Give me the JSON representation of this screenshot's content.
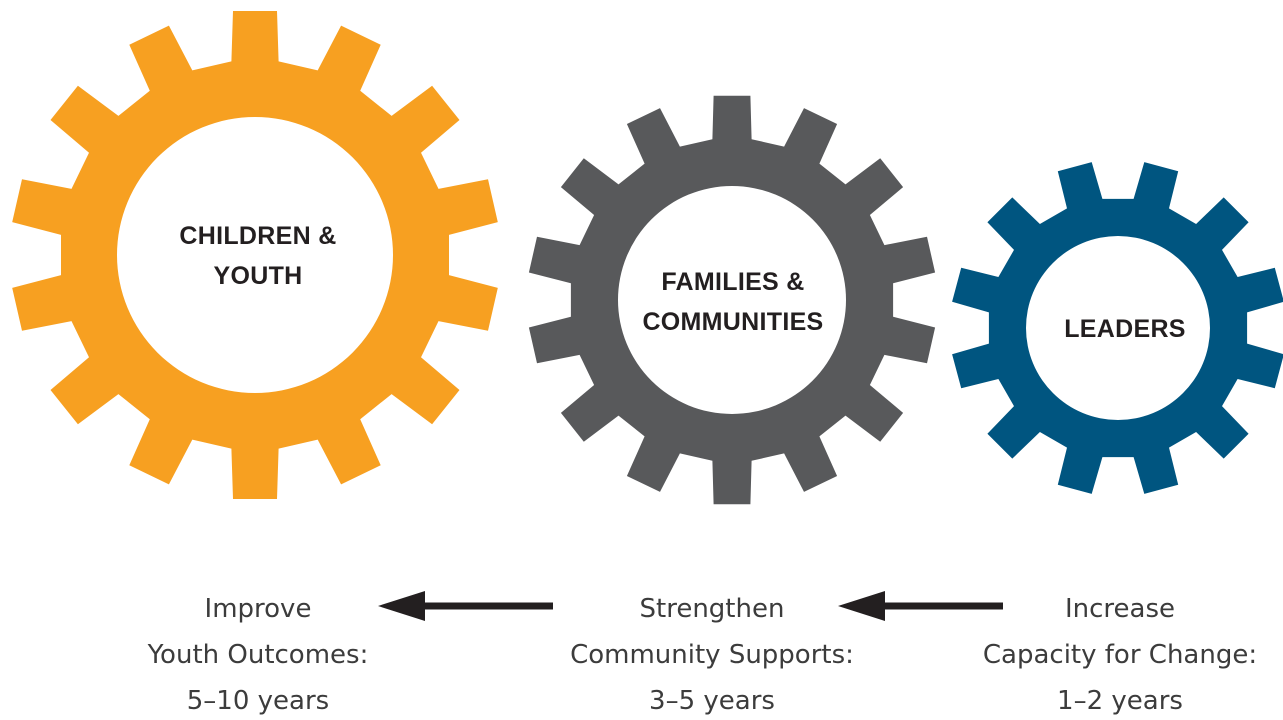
{
  "gears": [
    {
      "label_lines": [
        "CHILDREN &",
        "YOUTH"
      ],
      "color": "#f7a021",
      "icon": "gear-icon"
    },
    {
      "label_lines": [
        "FAMILIES &",
        "COMMUNITIES"
      ],
      "color": "#58595b",
      "icon": "gear-icon"
    },
    {
      "label_lines": [
        "LEADERS"
      ],
      "color": "#005580",
      "icon": "gear-icon"
    }
  ],
  "stages": [
    {
      "line1": "Improve",
      "line2": "Youth Outcomes:",
      "line3": "5–10 years"
    },
    {
      "line1": "Strengthen",
      "line2": "Community Supports:",
      "line3": "3–5 years"
    },
    {
      "line1": "Increase",
      "line2": "Capacity for Change:",
      "line3": "1–2 years"
    }
  ],
  "arrow_color": "#231f20",
  "arrow_icon": "arrow-left-icon"
}
